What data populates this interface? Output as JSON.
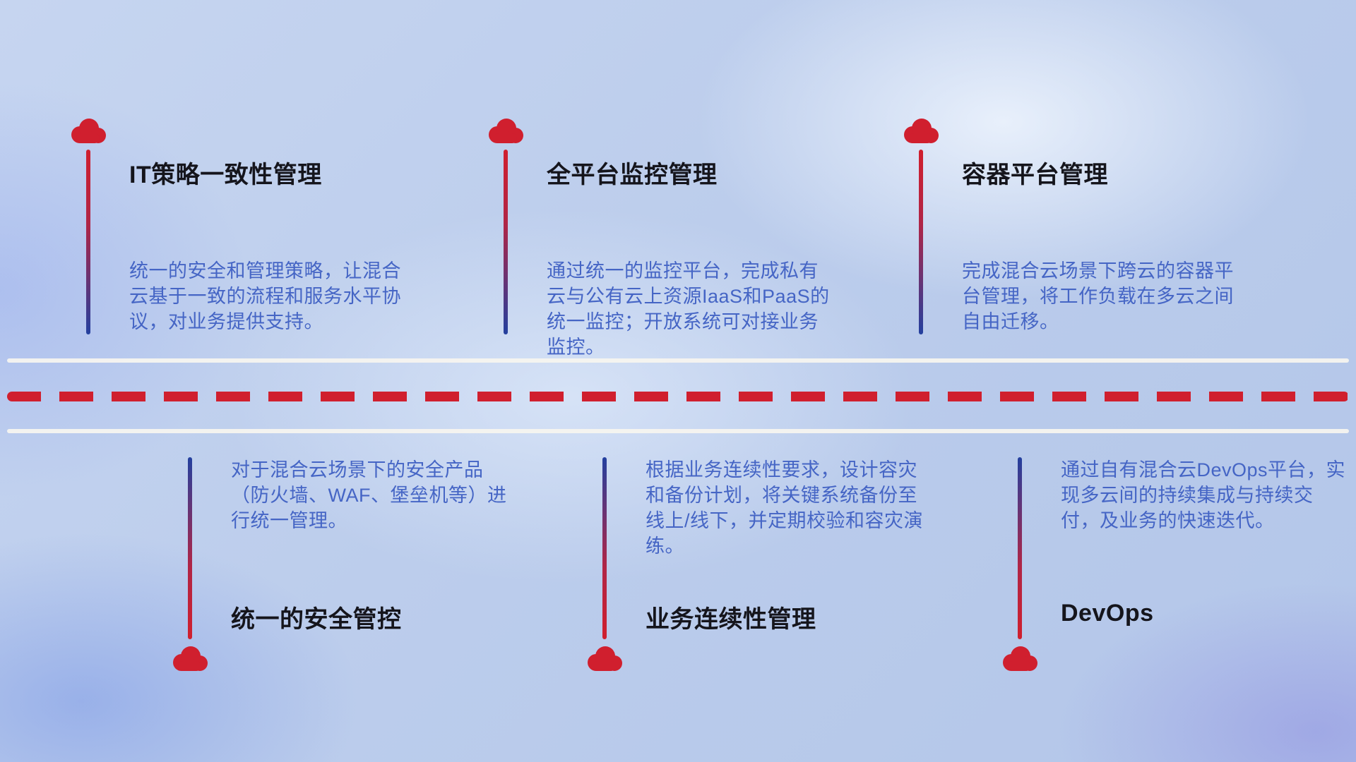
{
  "colors": {
    "accent_red": "#d01f2e",
    "accent_blue": "#23409f",
    "description_text": "#4565c5",
    "title_text": "#15151c",
    "axis_line": "#f6f4ef"
  },
  "icons": {
    "cloud": "cloud-icon"
  },
  "top_items": [
    {
      "title": "IT策略一致性管理",
      "description": "统一的安全和管理策略，让混合云基于一致的流程和服务水平协议，对业务提供支持。"
    },
    {
      "title": "全平台监控管理",
      "description": "通过统一的监控平台，完成私有云与公有云上资源IaaS和PaaS的统一监控；开放系统可对接业务监控。"
    },
    {
      "title": "容器平台管理",
      "description": "完成混合云场景下跨云的容器平台管理，将工作负载在多云之间自由迁移。"
    }
  ],
  "bottom_items": [
    {
      "title": "统一的安全管控",
      "description": "对于混合云场景下的安全产品（防火墙、WAF、堡垒机等）进行统一管理。"
    },
    {
      "title": "业务连续性管理",
      "description": "根据业务连续性要求，设计容灾和备份计划，将关键系统备份至线上/线下，并定期校验和容灾演练。"
    },
    {
      "title": "DevOps",
      "description": "通过自有混合云DevOps平台，实现多云间的持续集成与持续交付，及业务的快速迭代。"
    }
  ]
}
